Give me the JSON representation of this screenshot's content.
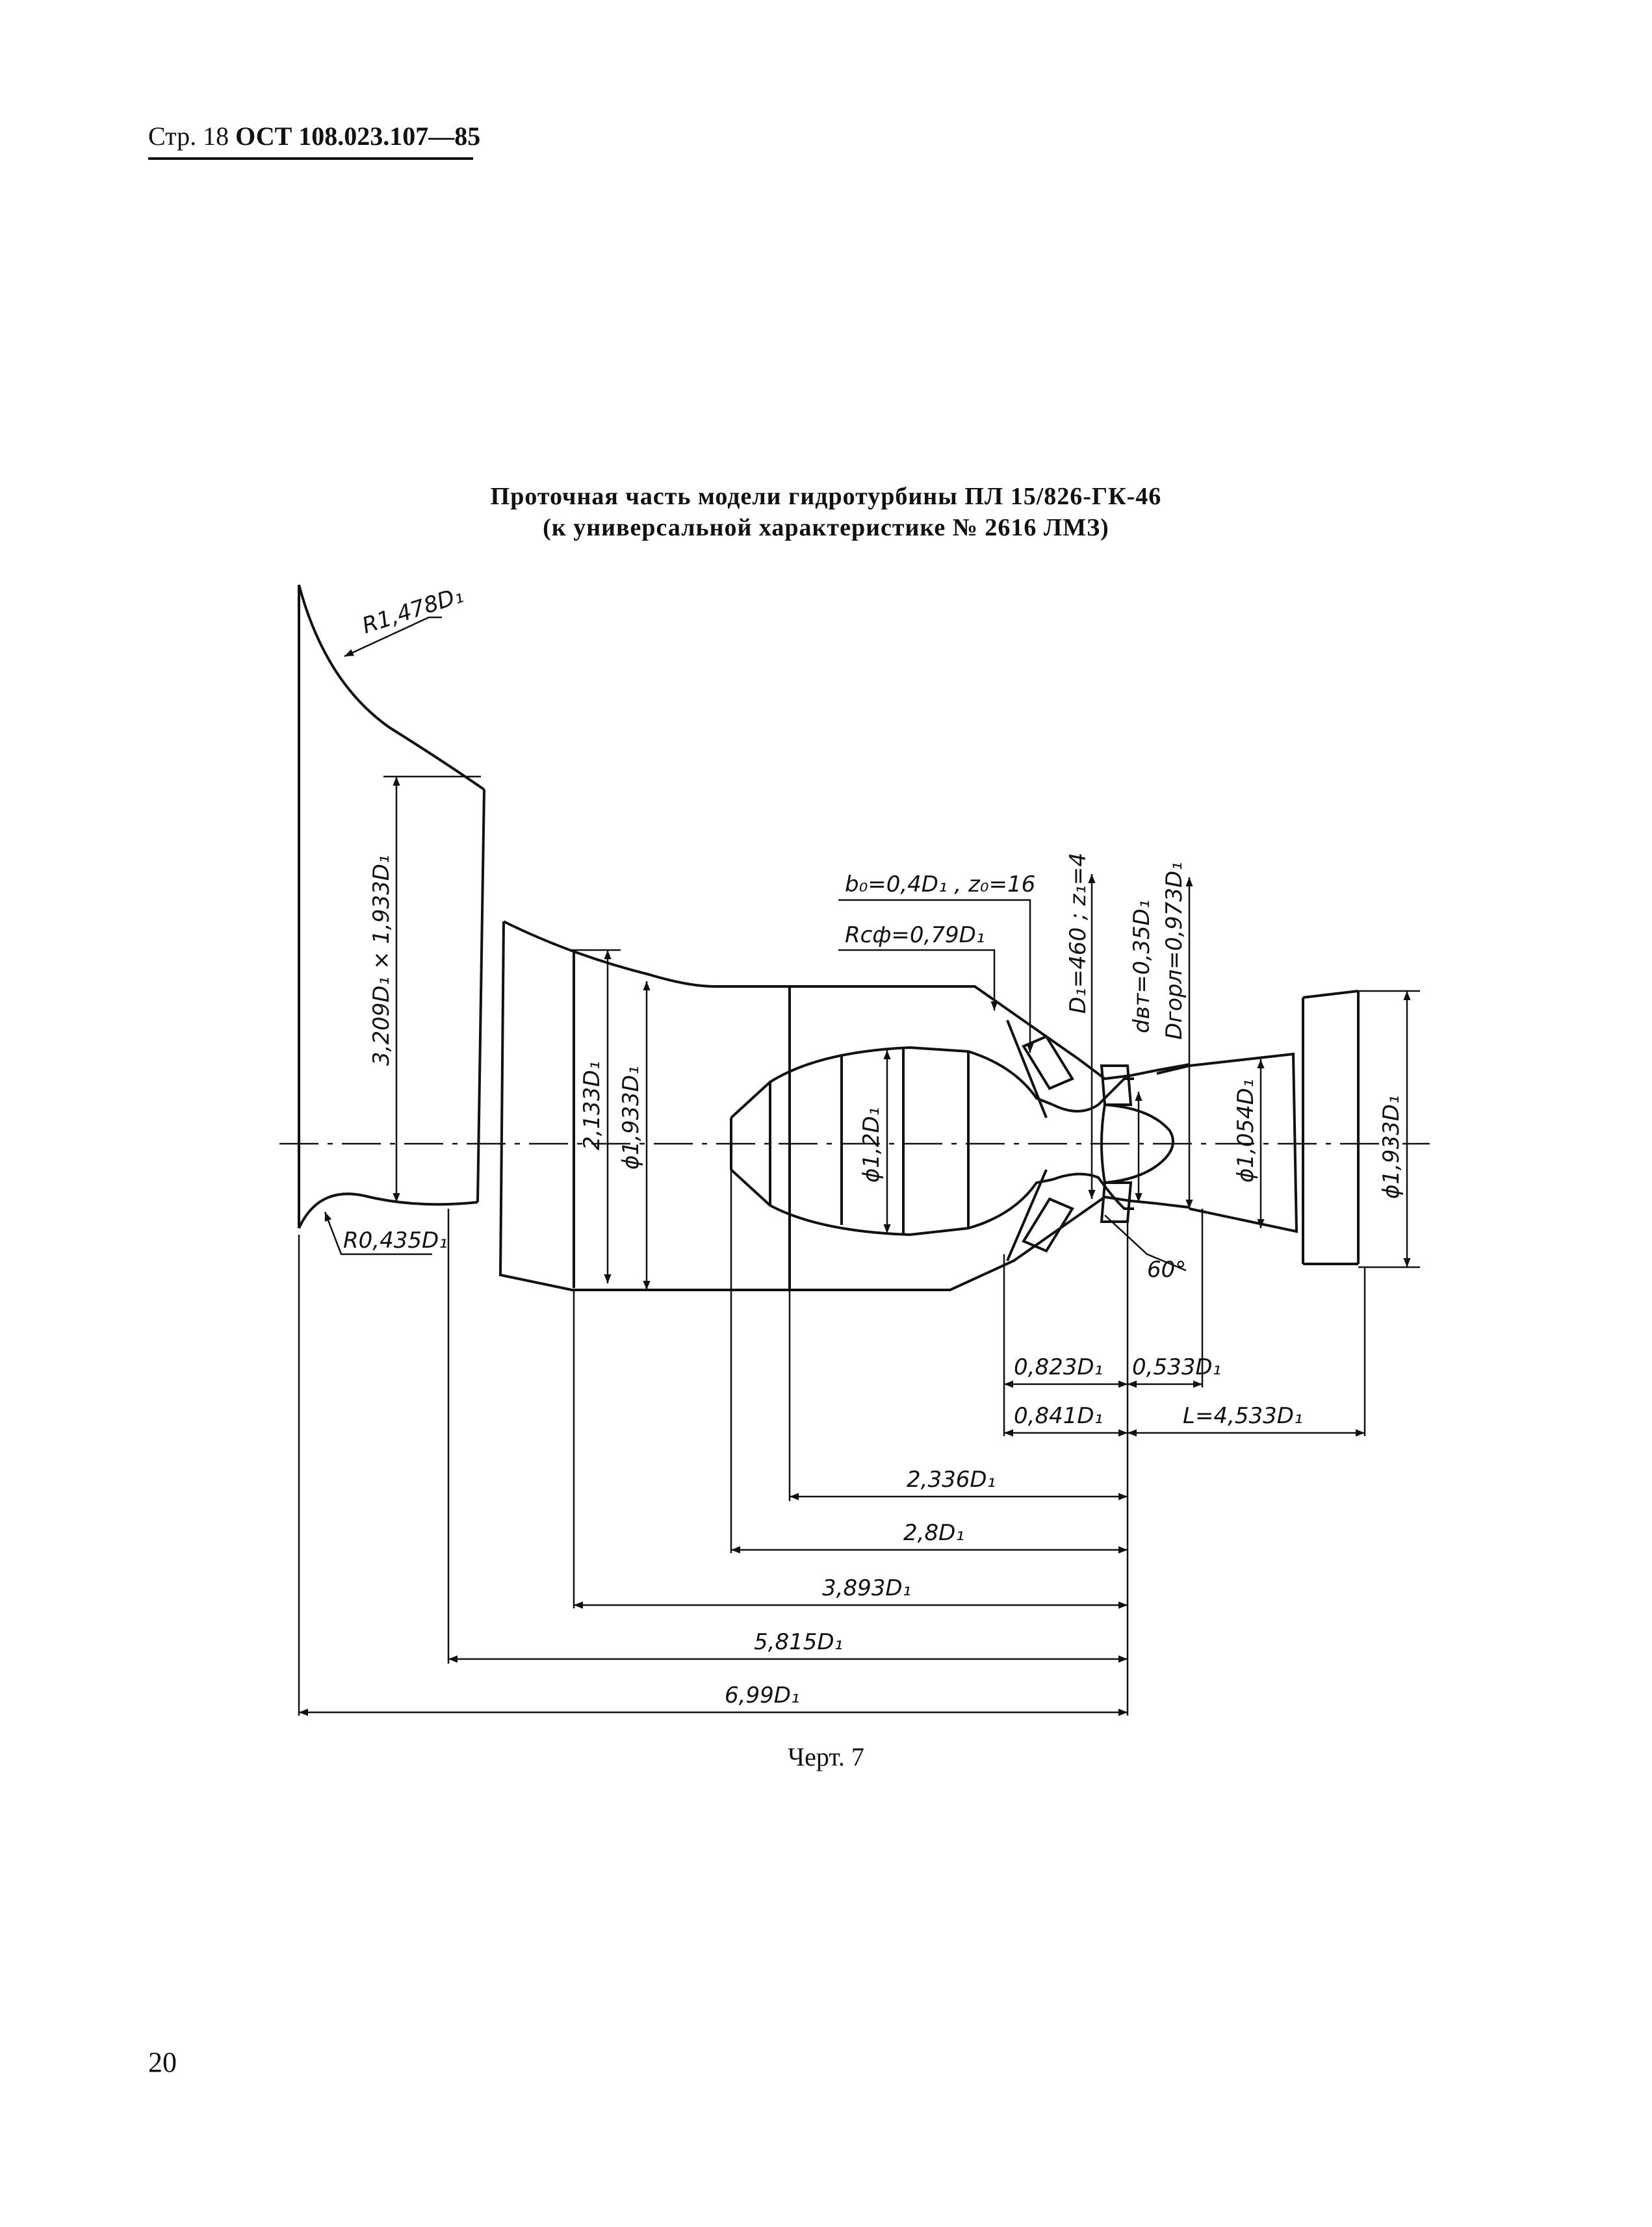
{
  "header": {
    "page_label": "Стр. 18",
    "standard": "ОСТ 108.023.107—85"
  },
  "title": {
    "line1": "Проточная часть модели гидротурбины ПЛ 15/826-ГК-46",
    "line2": "(к универсальной характеристике № 2616 ЛМЗ)"
  },
  "dimensions": {
    "r_inlet": "R1,478D₁",
    "r_fillet": "R0,435D₁",
    "spiral_section": "3,209D₁ × 1,933D₁",
    "d_2133": "2,133D₁",
    "d_1933a": "ϕ1,933D₁",
    "d_12": "ϕ1,2D₁",
    "b0_z0": "b₀=0,4D₁ , z₀=16",
    "r_sph": "Rсф=0,79D₁",
    "d1_z1": "D₁=460 ; z₁=4",
    "d_hub": "dвт=0,35D₁",
    "d_throat": "Dгорл=0,973D₁",
    "d_1054": "ϕ1,054D₁",
    "d_1933b": "ϕ1,933D₁",
    "angle": "60°",
    "len_0823": "0,823D₁",
    "len_0533": "0,533D₁",
    "len_0841": "0,841D₁",
    "len_L": "L=4,533D₁",
    "len_2336": "2,336D₁",
    "len_28": "2,8D₁",
    "len_3893": "3,893D₁",
    "len_5815": "5,815D₁",
    "len_699": "6,99D₁"
  },
  "caption": "Черт. 7",
  "page_number": "20"
}
